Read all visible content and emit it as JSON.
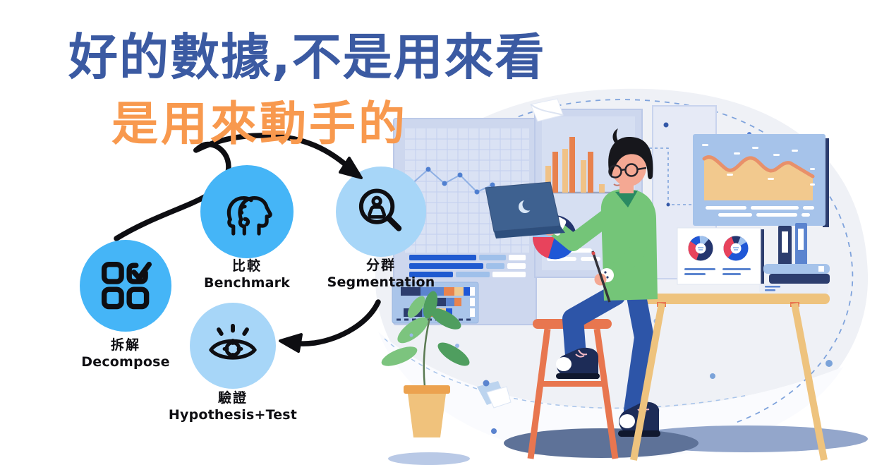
{
  "title": {
    "line1": "好的數據,不是用來看",
    "line2": "是用來動手的"
  },
  "steps": [
    {
      "id": "decompose",
      "zh": "拆解",
      "en": "Decompose",
      "icon": "grid-check-icon",
      "circle_color": "#45b5f7"
    },
    {
      "id": "benchmark",
      "zh": "比較",
      "en": "Benchmark",
      "icon": "compare-heads-icon",
      "circle_color": "#45b5f7"
    },
    {
      "id": "segmentation",
      "zh": "分群",
      "en": "Segmentation",
      "icon": "magnifier-person-icon",
      "circle_color": "#a7d6f8"
    },
    {
      "id": "hypothesis",
      "zh": "驗證",
      "en": "Hypothesis+Test",
      "icon": "eye-target-icon",
      "circle_color": "#a7d6f8"
    }
  ],
  "colors": {
    "title_primary": "#3b5aa2",
    "title_accent": "#f8994e",
    "step_bright_blue": "#45b5f7",
    "step_light_blue": "#a7d6f8",
    "arrow_black": "#0e0e12"
  }
}
